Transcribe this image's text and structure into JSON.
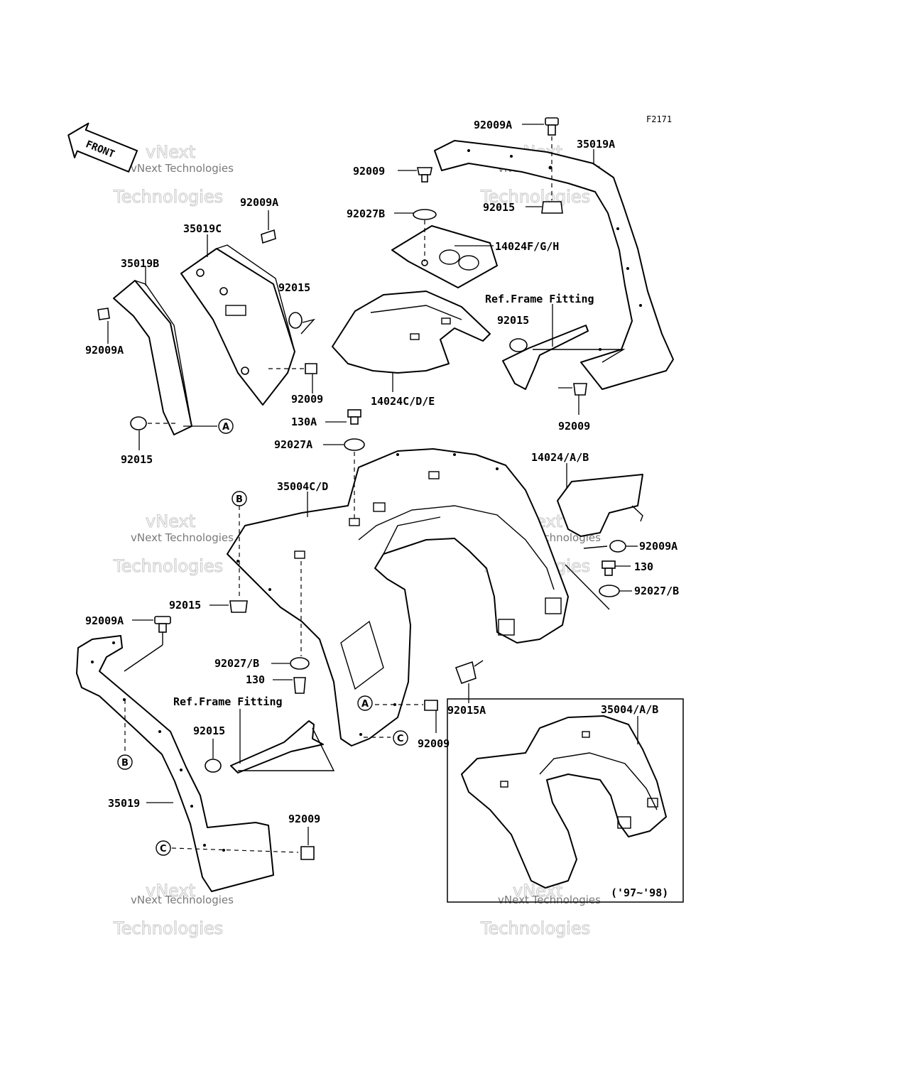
{
  "figure_code": "F2171",
  "front_arrow_label": "FRONT",
  "inset_year_label": "('97~'98)",
  "watermark": {
    "brand": "vNext Technologies",
    "faint": "Technologies"
  },
  "callouts": [
    {
      "id": "c1",
      "text": "92009A"
    },
    {
      "id": "c2",
      "text": "35019A"
    },
    {
      "id": "c3",
      "text": "92009"
    },
    {
      "id": "c4",
      "text": "92027B"
    },
    {
      "id": "c5",
      "text": "92015"
    },
    {
      "id": "c6",
      "text": "14024F/G/H"
    },
    {
      "id": "c7",
      "text": "92009A"
    },
    {
      "id": "c8",
      "text": "35019C"
    },
    {
      "id": "c9",
      "text": "35019B"
    },
    {
      "id": "c10",
      "text": "92015"
    },
    {
      "id": "c11",
      "text": "92009A"
    },
    {
      "id": "c12",
      "text": "92009"
    },
    {
      "id": "c13",
      "text": "92015"
    },
    {
      "id": "c14",
      "text": "Ref.Frame Fitting"
    },
    {
      "id": "c15",
      "text": "92015"
    },
    {
      "id": "c16",
      "text": "14024C/D/E"
    },
    {
      "id": "c17",
      "text": "92009"
    },
    {
      "id": "c18",
      "text": "130A"
    },
    {
      "id": "c19",
      "text": "92027A"
    },
    {
      "id": "c20",
      "text": "14024/A/B"
    },
    {
      "id": "c21",
      "text": "35004C/D"
    },
    {
      "id": "c22",
      "text": "92009A"
    },
    {
      "id": "c23",
      "text": "130"
    },
    {
      "id": "c24",
      "text": "92027/B"
    },
    {
      "id": "c25",
      "text": "92015"
    },
    {
      "id": "c26",
      "text": "92009A"
    },
    {
      "id": "c27",
      "text": "92027/B"
    },
    {
      "id": "c28",
      "text": "130"
    },
    {
      "id": "c29",
      "text": "Ref.Frame Fitting"
    },
    {
      "id": "c30",
      "text": "92015A"
    },
    {
      "id": "c31",
      "text": "92009"
    },
    {
      "id": "c32",
      "text": "92015"
    },
    {
      "id": "c33",
      "text": "35004/A/B"
    },
    {
      "id": "c34",
      "text": "35019"
    },
    {
      "id": "c35",
      "text": "92009"
    }
  ],
  "ref_markers": [
    {
      "id": "r1",
      "letter": "A"
    },
    {
      "id": "r2",
      "letter": "B"
    },
    {
      "id": "r3",
      "letter": "A"
    },
    {
      "id": "r4",
      "letter": "C"
    },
    {
      "id": "r5",
      "letter": "B"
    },
    {
      "id": "r6",
      "letter": "C"
    }
  ]
}
